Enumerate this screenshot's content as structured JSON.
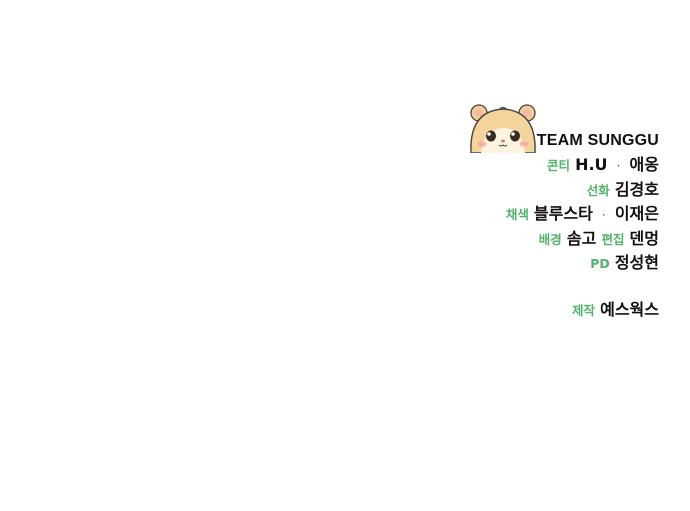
{
  "team": {
    "name": "TEAM SUNGGU",
    "logo_icon": "hamster-mascot-icon"
  },
  "credits": [
    {
      "role": "콘티",
      "names": [
        "H.U",
        "애옹"
      ],
      "separator": "·"
    },
    {
      "role": "선화",
      "names": [
        "김경호"
      ]
    },
    {
      "role": "채색",
      "names": [
        "블루스타",
        "이재은"
      ],
      "separator": "·"
    },
    {
      "role": "배경",
      "names": [
        "솜고"
      ],
      "role2": "편집",
      "names2": [
        "덴멍"
      ]
    },
    {
      "role": "PD",
      "names": [
        "정성현"
      ]
    }
  ],
  "production": {
    "role": "제작",
    "name": "예스웍스"
  },
  "colors": {
    "role_label": "#4fb36b",
    "name_text": "#111111",
    "background": "#ffffff"
  }
}
